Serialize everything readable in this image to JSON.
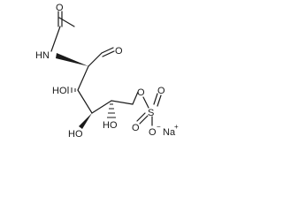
{
  "molecule": {
    "labels": {
      "acetyl_nh": "HN",
      "aldehyde_o": "O",
      "c3_oh": "HO",
      "c4_oh": "HO",
      "c5_oh": "HO",
      "ester_o": "O",
      "sulfur": "S",
      "sulfonyl_o_top": "O",
      "sulfonyl_o_bottom": "O",
      "sulfonate_o": "O",
      "sulfonate_charge": "−",
      "counter_ion": "Na",
      "counter_ion_charge": "+"
    },
    "colors": {
      "ink": "#1a1a1a",
      "background": "#ffffff"
    }
  }
}
